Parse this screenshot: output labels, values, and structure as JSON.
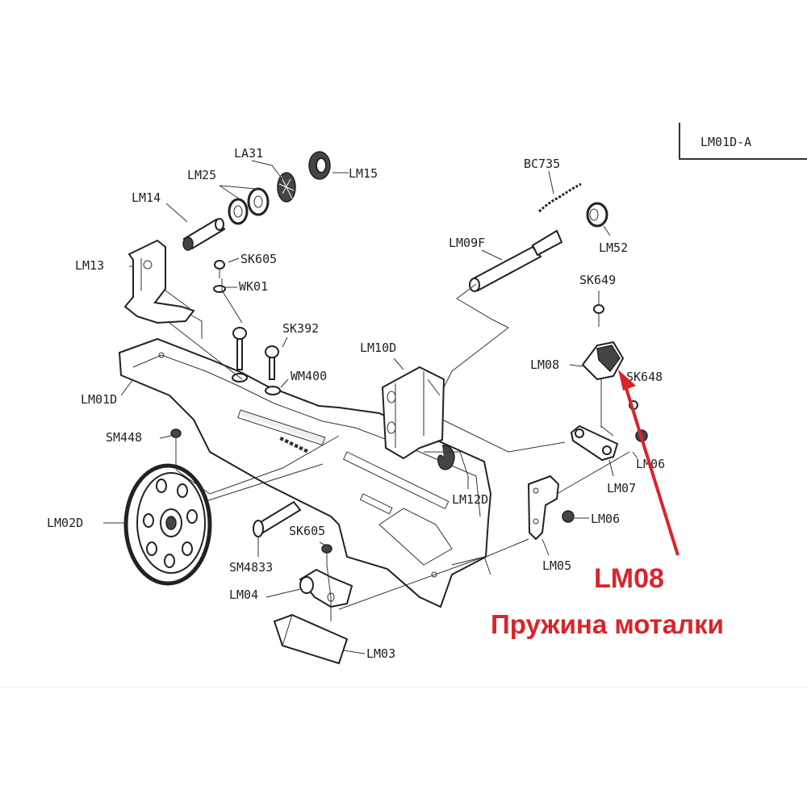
{
  "drawing_tag": "LM01D-A",
  "parts": {
    "LA31": "LA31",
    "LM25": "LM25",
    "LM15": "LM15",
    "LM14": "LM14",
    "LM13": "LM13",
    "SK605_top": "SK605",
    "WK01": "WK01",
    "SK392": "SK392",
    "WM400": "WM400",
    "LM01D": "LM01D",
    "SM448": "SM448",
    "LM02D": "LM02D",
    "SM4833": "SM4833",
    "SK605_bottom": "SK605",
    "LM04": "LM04",
    "LM03": "LM03",
    "LM10D": "LM10D",
    "LM12D": "LM12D",
    "BC735": "BC735",
    "LM09F": "LM09F",
    "LM52": "LM52",
    "SK649": "SK649",
    "LM08": "LM08",
    "SK648": "SK648",
    "LM06_upper": "LM06",
    "LM07": "LM07",
    "LM06_lower": "LM06",
    "LM05": "LM05"
  },
  "annotation": {
    "code": "LM08",
    "description": "Пружина моталки",
    "color": "#d9242b"
  }
}
